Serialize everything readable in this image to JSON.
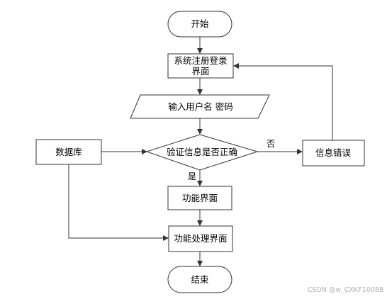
{
  "nodes": {
    "start": "开始",
    "register_login_line1": "系统注册登录",
    "register_login_line2": "界面",
    "input_credentials": "输入用户名 密码",
    "database": "数据库",
    "verify": "验证信息是否正确",
    "info_error": "信息错误",
    "function_page": "功能界面",
    "function_process_page": "功能处理界面",
    "end": "结束"
  },
  "edges": {
    "yes_label": "是",
    "no_label": "否"
  },
  "watermark": "CSDN @w_CXKF10088",
  "colors": {
    "node_fill": "#ffffff",
    "node_stroke": "#333333",
    "edge": "#333333",
    "watermark": "#b0b0b0"
  }
}
